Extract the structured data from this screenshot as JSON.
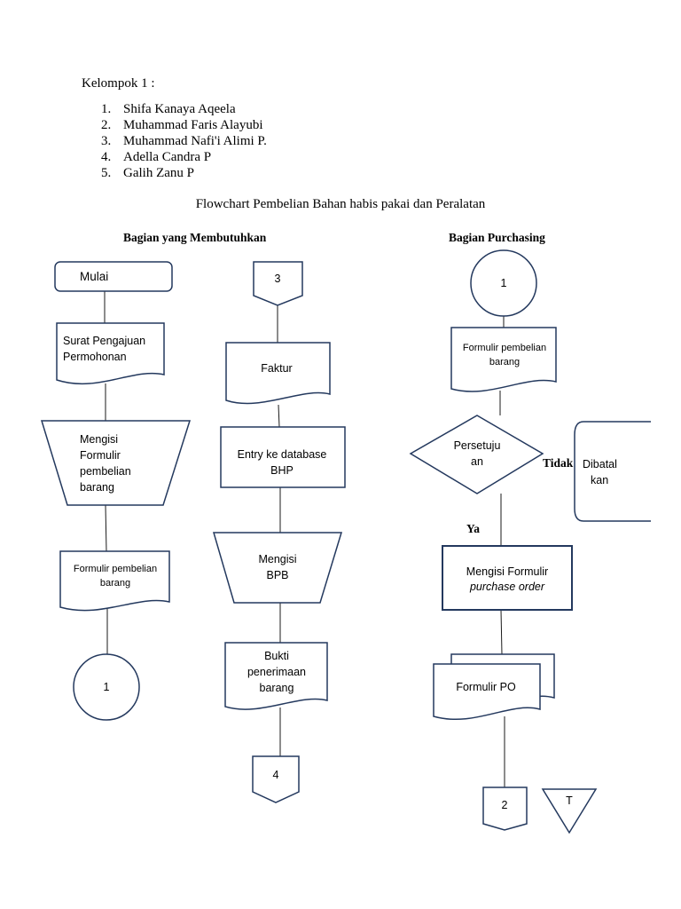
{
  "header": {
    "group_title": "Kelompok 1 :",
    "members": [
      {
        "num": "1.",
        "name": "Shifa Kanaya Aqeela"
      },
      {
        "num": "2.",
        "name": "Muhammad Faris Alayubi"
      },
      {
        "num": "3.",
        "name": "Muhammad Nafi'i Alimi P."
      },
      {
        "num": "4.",
        "name": "Adella Candra P"
      },
      {
        "num": "5.",
        "name": "Galih Zanu P"
      }
    ]
  },
  "chart_title": "Flowchart Pembelian Bahan habis pakai dan Peralatan",
  "lanes": {
    "left": "Bagian yang Membutuhkan",
    "right": "Bagian Purchasing"
  },
  "nodes": {
    "mulai": "Mulai",
    "surat": [
      "Surat Pengajuan",
      "Permohonan"
    ],
    "mengisi_formulir": [
      "Mengisi",
      "Formulir",
      "pembelian",
      "barang"
    ],
    "formulir_left": [
      "Formulir pembelian",
      "barang"
    ],
    "conn_1_left": "1",
    "conn_3": "3",
    "faktur": "Faktur",
    "entry": [
      "Entry ke database",
      "BHP"
    ],
    "mengisi_bpb": [
      "Mengisi",
      "BPB"
    ],
    "bukti": [
      "Bukti",
      "penerimaan",
      "barang"
    ],
    "conn_4": "4",
    "conn_1_right": "1",
    "formulir_right": [
      "Formulir pembelian",
      "barang"
    ],
    "persetujuan": [
      "Persetuju",
      "an"
    ],
    "dibatalkan": [
      "Dibatal",
      "kan"
    ],
    "mengisi_po": [
      "Mengisi Formulir",
      "purchase order"
    ],
    "formulir_po": "Formulir PO",
    "conn_2": "2",
    "terminal_t": "T"
  },
  "edge_labels": {
    "no": "Tidak",
    "yes": "Ya"
  }
}
